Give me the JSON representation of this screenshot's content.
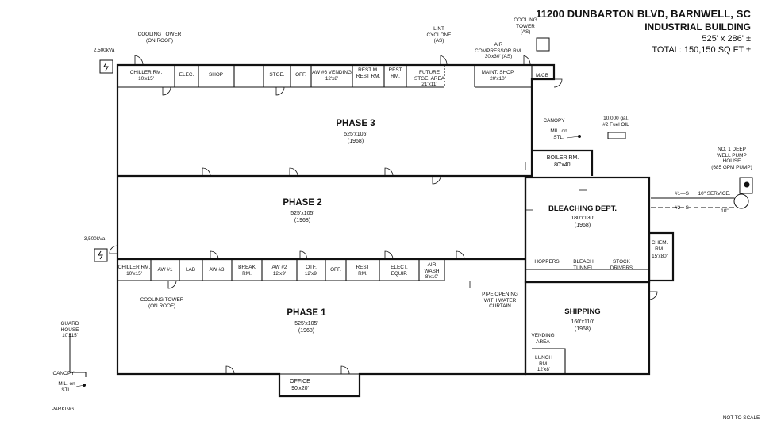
{
  "header": {
    "address": "11200 DUNBARTON BLVD, BARNWELL, SC",
    "building_type": "INDUSTRIAL BUILDING",
    "dimensions": "525' x 286' ±",
    "total_area": "TOTAL: 150,150 SQ FT ±"
  },
  "phases": {
    "phase3": {
      "name": "PHASE 3",
      "size": "525'x105'",
      "year": "(1968)"
    },
    "phase2": {
      "name": "PHASE 2",
      "size": "525'x105'",
      "year": "(1968)"
    },
    "phase1": {
      "name": "PHASE 1",
      "size": "525'x105'",
      "year": "(1968)"
    }
  },
  "bleaching": {
    "name": "BLEACHING DEPT.",
    "size": "180'x130'",
    "year": "(1968)"
  },
  "shipping": {
    "name": "SHIPPING",
    "size": "160'x110'",
    "year": "(1968)"
  },
  "office": {
    "name": "OFFICE",
    "size": "90'x20'"
  },
  "boiler": {
    "name": "BOILER RM.",
    "size": "80'x40'"
  },
  "chem": {
    "name": "CHEM.\nRM.",
    "size": "15'x80'"
  },
  "top_rooms": {
    "chiller": "CHILLER RM.\n10'x15'",
    "elec": "ELEC.",
    "shop": "SHOP",
    "stge": "STGE.",
    "off": "OFF.",
    "aw6": "AW #6 VENDING\n12'x8'",
    "restrm": "REST M.\nREST RM.",
    "restrm2": "REST\nRM.",
    "future": "FUTURE\nSTGE. AREA\n21'x11'",
    "maint": "MAINT. SHOP\n20'x10'",
    "mcb": "M/CB"
  },
  "mid_rooms": {
    "chiller": "CHILLER RM.\n10'x15'",
    "aw1": "AW #1",
    "lab": "LAB",
    "aw3": "AW #3",
    "break": "BREAK\nRM.",
    "aw2": "AW #2\n12'x9'",
    "otf": "OTF.\n12'x9'",
    "off": "OFF.",
    "rest": "REST\nRM.",
    "elect": "ELECT.\nEQUIP.",
    "airwash": "AIR\nWASH\n8'x10'"
  },
  "bleach_labels": {
    "hoppers": "HOPPERS",
    "tunnel": "BLEACH\nTUNNEL",
    "stock": "STOCK\nDRIVERS"
  },
  "shipping_labels": {
    "vending": "VENDING\nAREA",
    "lunch": "LUNCH\nRM.\n12'x8'"
  },
  "annotations": {
    "cooling_tower_top": "COOLING TOWER\n(ON ROOF)",
    "kva_top": "2,500kVa",
    "kva_mid": "3,500kVa",
    "cooling_tower_mid": "COOLING TOWER\n(ON ROOF)",
    "lint_cyclone": "LINT\nCYCLONE\n(AS)",
    "cooling_tower_as": "COOLING\nTOWER\n(AS)",
    "air_compressor": "AIR\nCOMPRESSOR RM.\n30'x30' (AS)",
    "canopy_right": "CANOPY",
    "mil_right": "MIL. on\nSTL.",
    "fuel_oil": "10,000 gal.\n#2 Fuel OIL",
    "pump_house": "NO. 1 DEEP\nWELL PUMP\nHOUSE\n(685 GPM PUMP)",
    "line1": "#1—S",
    "line2": "#2—S",
    "service": "10\" SERVICE.",
    "service2": "10\"",
    "pipe_opening": "PIPE OPENING\nWITH WATER\nCURTAIN",
    "guard_house": "GUARD\nHOUSE\n10'x15'",
    "canopy_left": "CANOPY",
    "mil_left": "MIL. on\nSTL.",
    "parking": "PARKING",
    "not_to_scale": "NOT TO SCALE"
  }
}
